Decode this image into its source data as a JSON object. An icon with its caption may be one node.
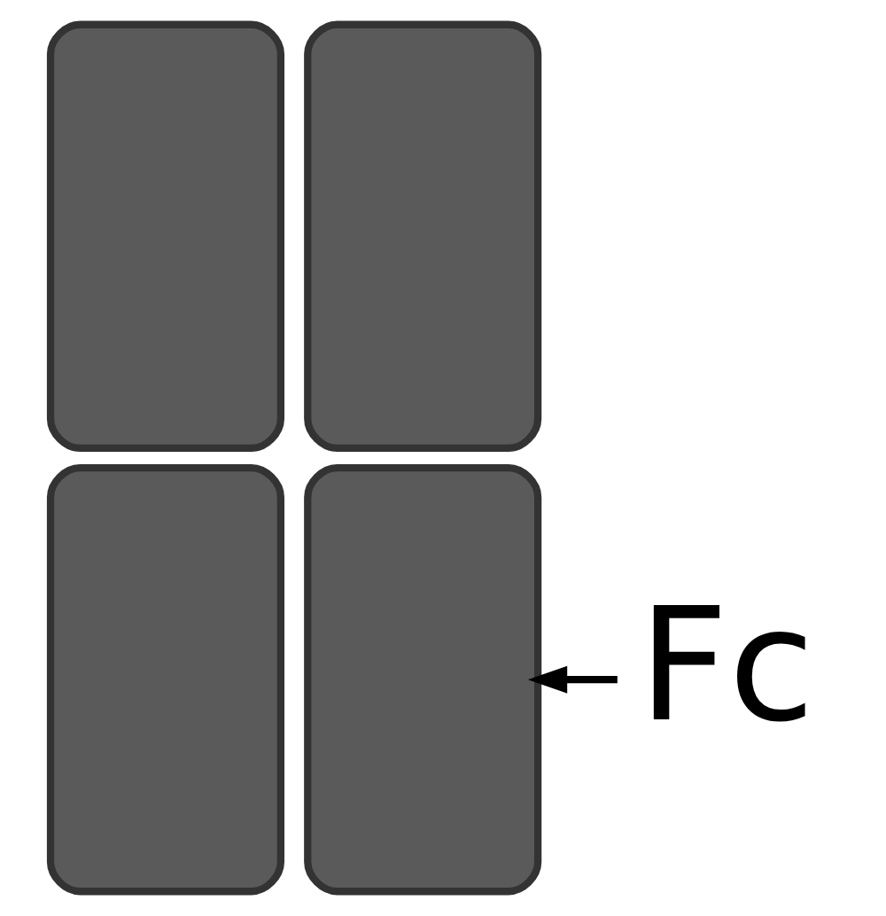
{
  "diagram": {
    "nodes": [
      {
        "text": [],
        "shape": "box"
      },
      {
        "text": [],
        "shape": "box"
      },
      {
        "text": [],
        "shape": "box"
      },
      {
        "text": [],
        "shape": "box"
      },
      {
        "text": [
          "Fc"
        ]
      }
    ],
    "edges": [
      {
        "from": 4,
        "to": 3,
        "arrow": "to"
      }
    ]
  }
}
